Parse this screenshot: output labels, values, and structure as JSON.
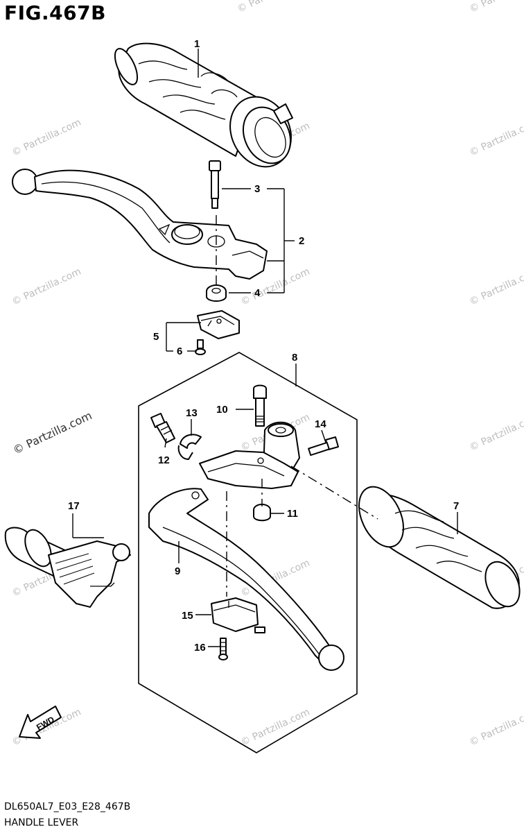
{
  "figure": {
    "title": "FIG.467B"
  },
  "footer": {
    "code": "DL650AL7_E03_E28_467B",
    "name": "HANDLE LEVER"
  },
  "watermark": {
    "text": "© Partzilla.com"
  },
  "fwd_label": "FWD",
  "callouts": {
    "c1": "1",
    "c2": "2",
    "c3": "3",
    "c4": "4",
    "c5": "5",
    "c6": "6",
    "c7": "7",
    "c8": "8",
    "c9": "9",
    "c10": "10",
    "c11": "11",
    "c12": "12",
    "c13": "13",
    "c14": "14",
    "c15": "15",
    "c16": "16",
    "c17": "17"
  },
  "colors": {
    "line": "#000000",
    "watermark": "#bdbdbd",
    "background": "#ffffff"
  }
}
